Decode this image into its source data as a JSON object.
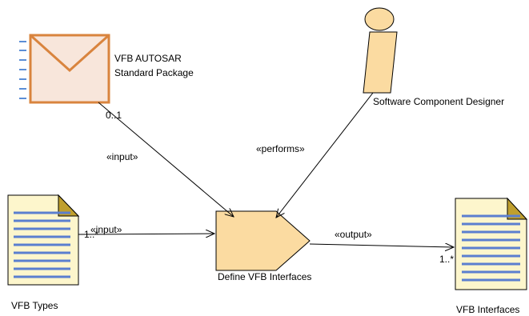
{
  "nodes": {
    "package": {
      "label_line1": "VFB AUTOSAR",
      "label_line2": "Standard Package"
    },
    "designer": {
      "label": "Software Component Designer"
    },
    "vfb_types": {
      "label": "VFB Types"
    },
    "task": {
      "label": "Define VFB Interfaces"
    },
    "vfb_interfaces": {
      "label": "VFB Interfaces"
    }
  },
  "edges": {
    "package_to_task": {
      "stereotype": "«input»",
      "multiplicity": "0..1"
    },
    "designer_to_task": {
      "stereotype": "«performs»"
    },
    "types_to_task": {
      "stereotype": "«input»",
      "multiplicity": "1..*"
    },
    "task_to_interfaces": {
      "stereotype": "«output»",
      "multiplicity": "1..*"
    }
  },
  "colors": {
    "package_fill": "#F8E6DB",
    "package_stroke": "#D9843E",
    "element_fill": "#FBDBA1",
    "artifact_fill": "#FDF6CC",
    "artifact_fold": "#BF9F2E",
    "artifact_lines": "#5B7FCF",
    "line": "#000000",
    "dash_blue": "#5B8ED6"
  }
}
